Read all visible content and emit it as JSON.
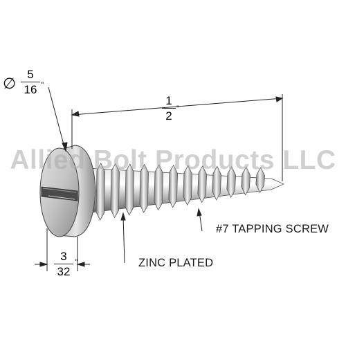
{
  "watermark": {
    "text": "Allied Bolt Products LLC"
  },
  "dimensions": {
    "diameter": {
      "symbol": "∅",
      "numerator": "5",
      "denominator": "16",
      "unit": "\""
    },
    "length": {
      "numerator": "1",
      "denominator": "2",
      "unit": "\""
    },
    "head_height": {
      "numerator": "3",
      "denominator": "32",
      "unit": "\""
    }
  },
  "callouts": {
    "thread_type": "#7 TAPPING SCREW",
    "finish": "ZINC PLATED"
  },
  "colors": {
    "metal_light": "#f2f2f2",
    "metal_mid": "#b9b9b9",
    "metal_dark": "#6e6e6e",
    "line": "#222222",
    "watermark": "#aaaaaa"
  }
}
